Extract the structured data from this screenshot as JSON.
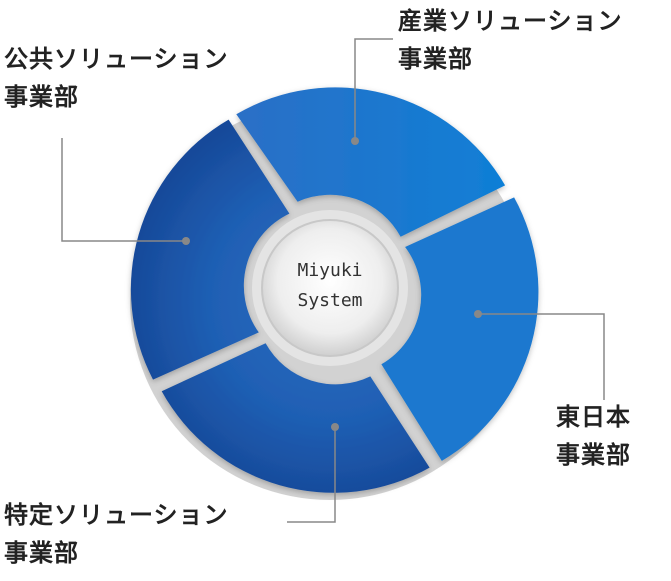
{
  "diagram": {
    "center": {
      "line1": "Miyuki",
      "line2": "System"
    },
    "segments": [
      {
        "id": "industry",
        "line1": "産業ソリューション",
        "line2": "事業部"
      },
      {
        "id": "public",
        "line1": "公共ソリューション",
        "line2": "事業部"
      },
      {
        "id": "east",
        "line1": "東日本",
        "line2": "事業部"
      },
      {
        "id": "specific",
        "line1": "特定ソリューション",
        "line2": "事業部"
      }
    ]
  }
}
